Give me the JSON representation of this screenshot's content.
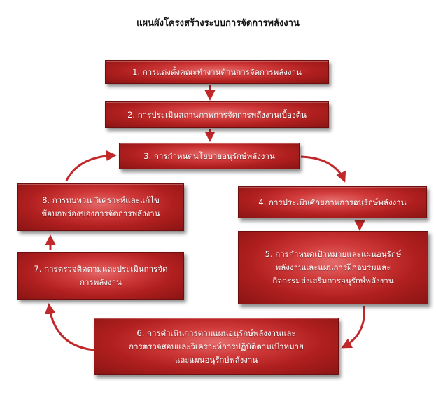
{
  "title": "แผนผังโครงสร้างระบบการจัดการพลังงาน",
  "accent_color": "#c0282a",
  "arrow_color": "#c0282a",
  "steps": [
    {
      "label": "1. การแต่งตั้งคณะทำงานด้านการจัดการพลังงาน"
    },
    {
      "label": "2. การประเมินสถานภาพการจัดการพลังงานเบื้องต้น"
    },
    {
      "label": "3. การกำหนดนโยบายอนุรักษ์พลังงาน"
    },
    {
      "label": "4. การประเมินศักยภาพการอนุรักษ์พลังงาน"
    },
    {
      "label": "5. การกำหนดเป้าหมายและแผนอนุรักษ์\nพลังงานและแผนการฝึกอบรมและ\nกิจกรรมส่งเสริมการอนุรักษ์พลังงาน"
    },
    {
      "label": "6. การดำเนินการตามแผนอนุรักษ์พลังงานและ\nการตรวจสอบและวิเคราะห์การปฏิบัติตามเป้าหมาย\nและแผนอนุรักษ์พลังงาน"
    },
    {
      "label": "7. การตรวจติดตามและประเมินการจัด\nการพลังงาน"
    },
    {
      "label": "8. การทบทวน วิเคราะห์และแก้ไข\nข้อบกพร่องของการจัดการพลังงาน"
    }
  ]
}
